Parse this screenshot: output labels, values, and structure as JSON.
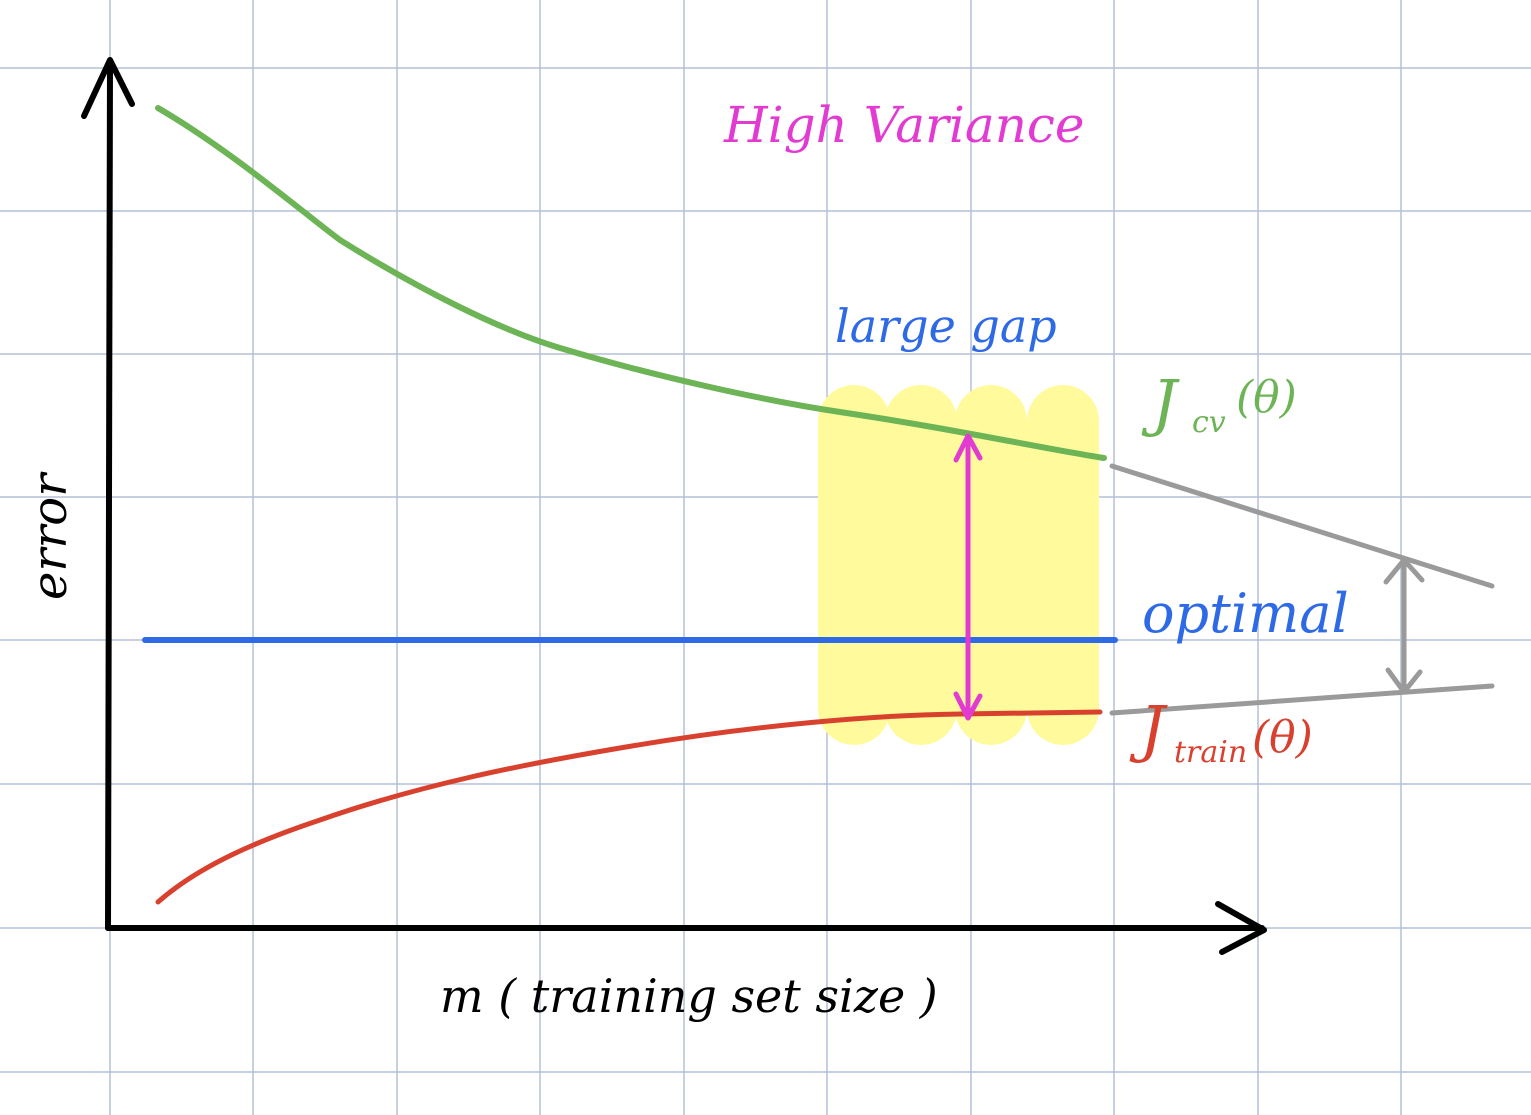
{
  "title": "High Variance",
  "axes": {
    "x_label": "m ( training set size )",
    "y_label": "error"
  },
  "annotations": {
    "gap": "large gap",
    "optimal": "optimal"
  },
  "series": {
    "cv": {
      "label": "J",
      "subscript": "cv",
      "argument": "(θ)"
    },
    "train": {
      "label": "J",
      "subscript": "train",
      "argument": "(θ)"
    }
  },
  "colors": {
    "grid": "#b4c0d6",
    "axis": "#000000",
    "cv": "#6cb455",
    "train": "#d9412f",
    "optimal": "#2f6ae6",
    "title": "#e23bd2",
    "gap_arrow": "#e23bd2",
    "highlight": "#fffb9c",
    "extrapolation": "#9a9a9a"
  }
}
